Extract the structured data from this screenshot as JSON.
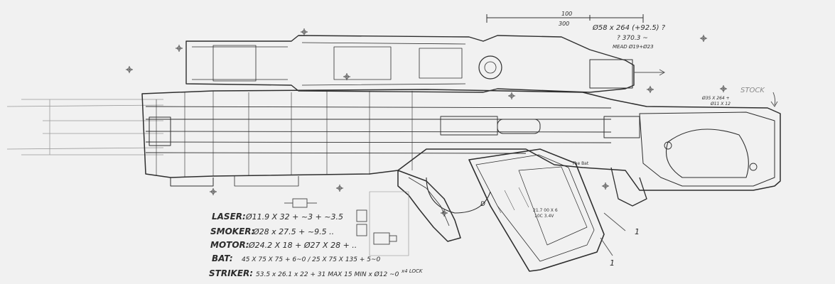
{
  "scale_bar": {
    "top": "100",
    "bottom": "300"
  },
  "top_note": {
    "line1": "Ø58 x 264 (+92.5) ?",
    "line2": "? 370.3 ~",
    "line3": "MEAD Ø19+Ø23"
  },
  "stock_note": "STOCK",
  "stock_dims": {
    "line1": "Ø35 X 264 +",
    "line2": "Ø11 X 12"
  },
  "specs": [
    {
      "label": "LASER:",
      "value": "Ø11.9 X 32 + ~3 + ~3.5"
    },
    {
      "label": "SMOKER:",
      "value": "Ø28 x 27.5 + ~9.5 .."
    },
    {
      "label": "MOTOR:",
      "value": "Ø24.2 X 18 + Ø27 X 28 + .."
    },
    {
      "label": "BAT:",
      "value": "45 X 75 X 75 + 6~0 / 25 X 75 X 135 + 5~0"
    },
    {
      "label": "STRIKER:",
      "value": "53.5 x 26.1 x 22 + 31 MAX 15 MIN x Ø12 ~0"
    }
  ],
  "striker_extra": "x4 LOCK",
  "mag_note": {
    "line1": "21.7 00 X 6",
    "line2": "10C 3.4V"
  },
  "grip_note": "The Bat",
  "markers": [
    "1",
    "1",
    "D"
  ]
}
